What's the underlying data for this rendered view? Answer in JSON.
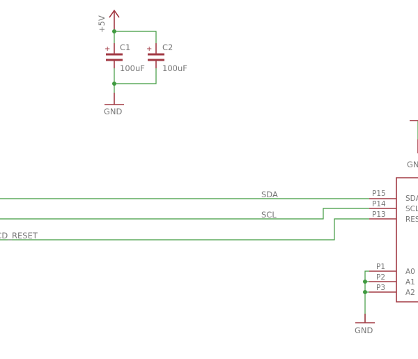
{
  "power": {
    "vcc_label": "+5V",
    "gnd_label": "GND"
  },
  "capacitors": [
    {
      "ref": "C1",
      "value": "100uF",
      "polarity": "+"
    },
    {
      "ref": "C2",
      "value": "100uF",
      "polarity": "+"
    }
  ],
  "nets": {
    "sda": "SDA",
    "scl": "SCL",
    "reset": "LCD_RESET"
  },
  "ic_pins": {
    "p15": {
      "number": "P15",
      "name": "SDA"
    },
    "p14": {
      "number": "P14",
      "name": "SCL"
    },
    "p13": {
      "number": "P13",
      "name": "RESET"
    },
    "p1": {
      "number": "P1",
      "name": "A0"
    },
    "p2": {
      "number": "P2",
      "name": "A1"
    },
    "p3": {
      "number": "P3",
      "name": "A2"
    }
  },
  "colors": {
    "wire": "#3f9a3f",
    "part": "#a23a44",
    "text": "#777777"
  }
}
